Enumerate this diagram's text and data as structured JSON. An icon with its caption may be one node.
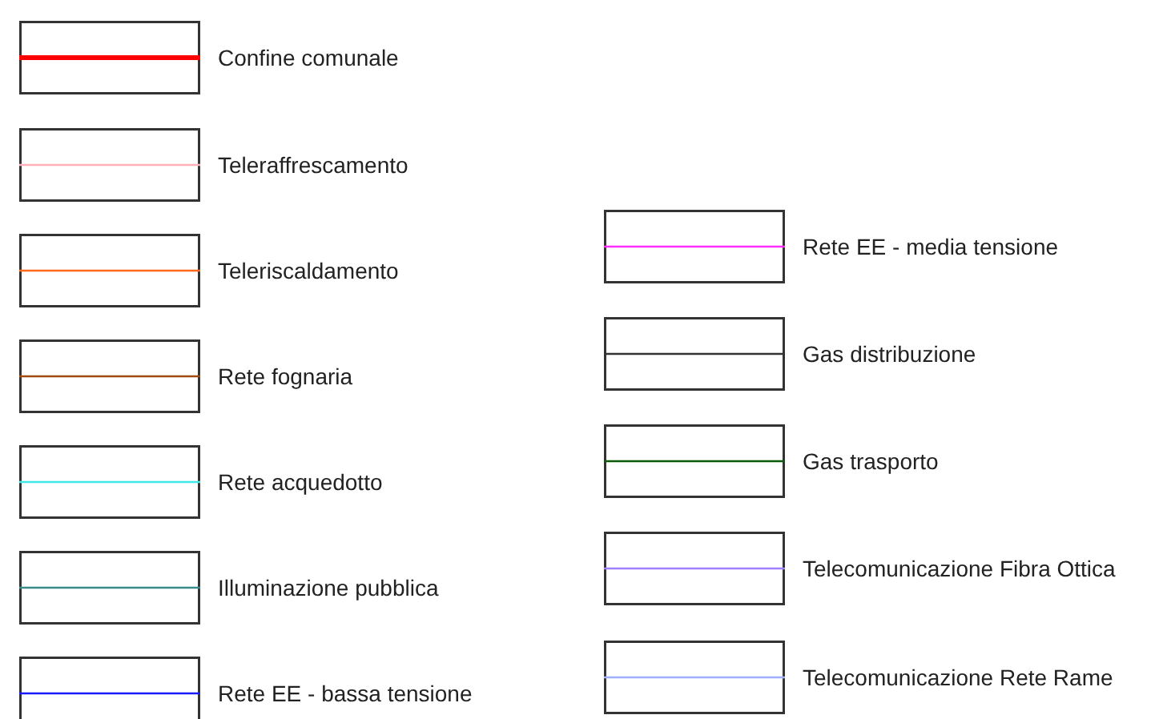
{
  "diagram": {
    "legend": [
      {
        "text": "Confine comunale"
      },
      {
        "text": "Teleraffrescamento"
      },
      {
        "text": "Teleriscaldamento"
      },
      {
        "text": "Rete fognaria"
      },
      {
        "text": "Rete acquedotto"
      },
      {
        "text": "Illuminazione pubblica"
      },
      {
        "text": "Rete EE - bassa tensione"
      },
      {
        "text": "Rete EE - media tensione"
      },
      {
        "text": "Gas distribuzione"
      },
      {
        "text": "Gas trasporto"
      },
      {
        "text": "Telecomunicazione Fibra Ottica"
      },
      {
        "text": "Telecomunicazione Rete Rame"
      }
    ]
  }
}
